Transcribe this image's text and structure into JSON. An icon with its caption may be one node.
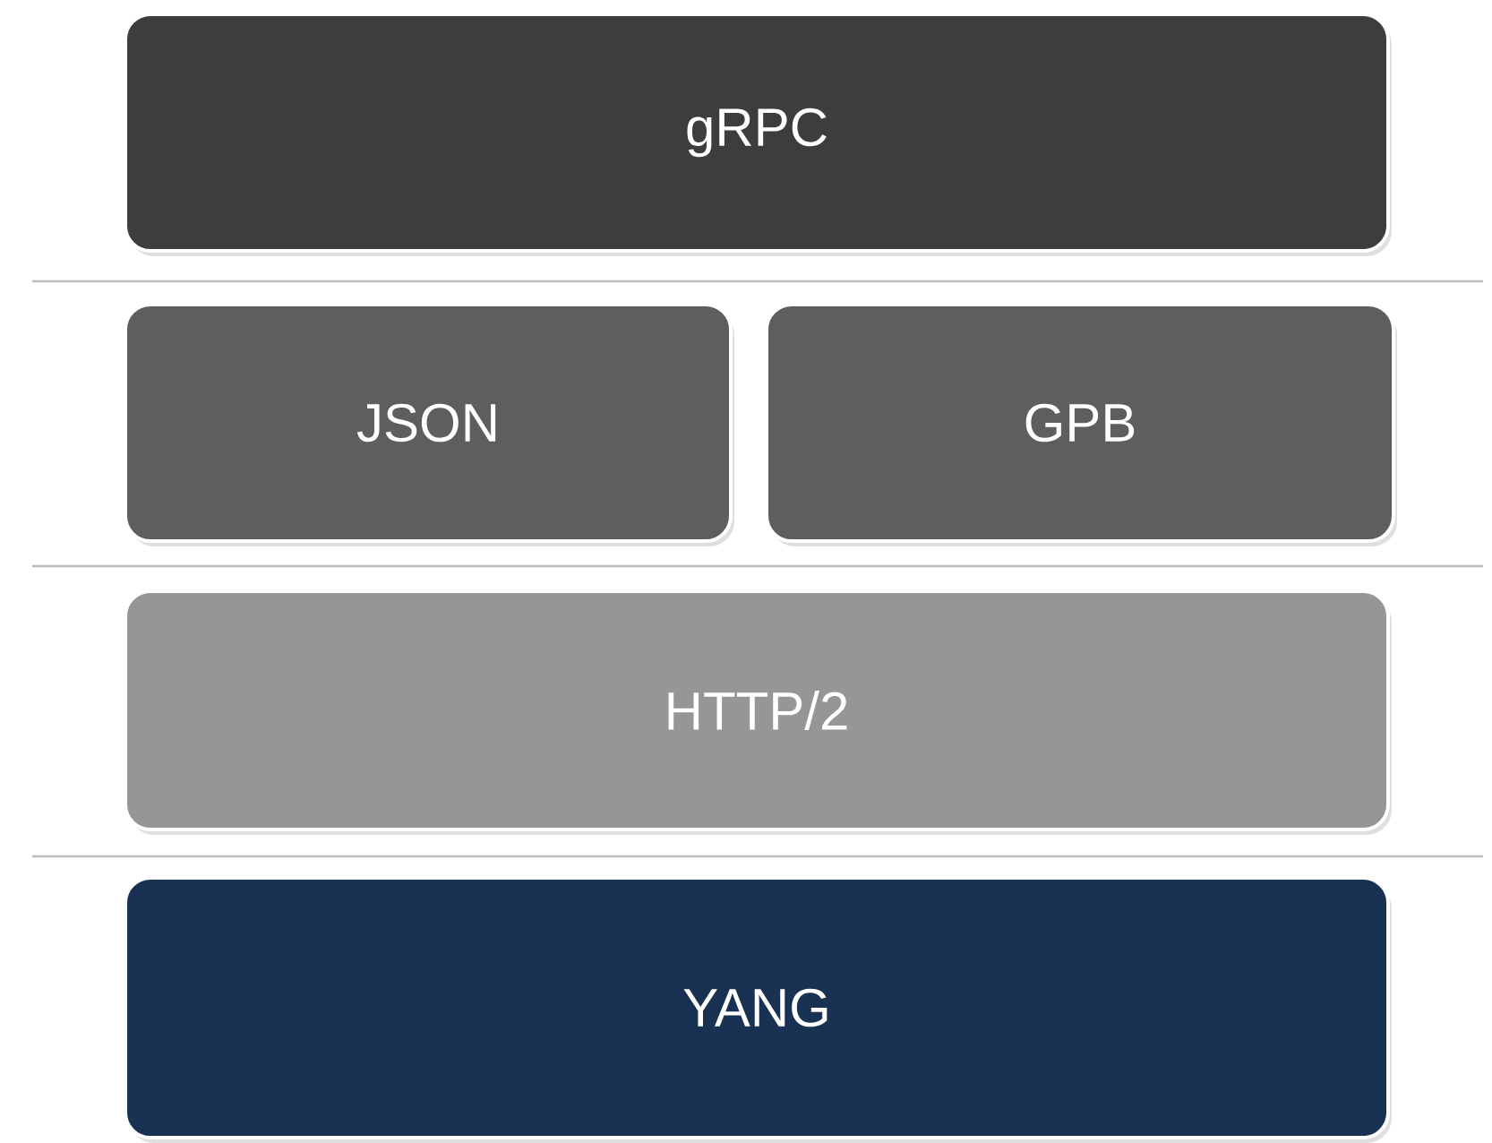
{
  "diagram": {
    "nodes": [
      {
        "text": [
          "gRPC"
        ]
      },
      {
        "text": [
          "JSON"
        ]
      },
      {
        "text": [
          "GPB"
        ]
      },
      {
        "text": [
          "HTTP/2"
        ]
      },
      {
        "text": [
          "YANG"
        ]
      }
    ]
  }
}
